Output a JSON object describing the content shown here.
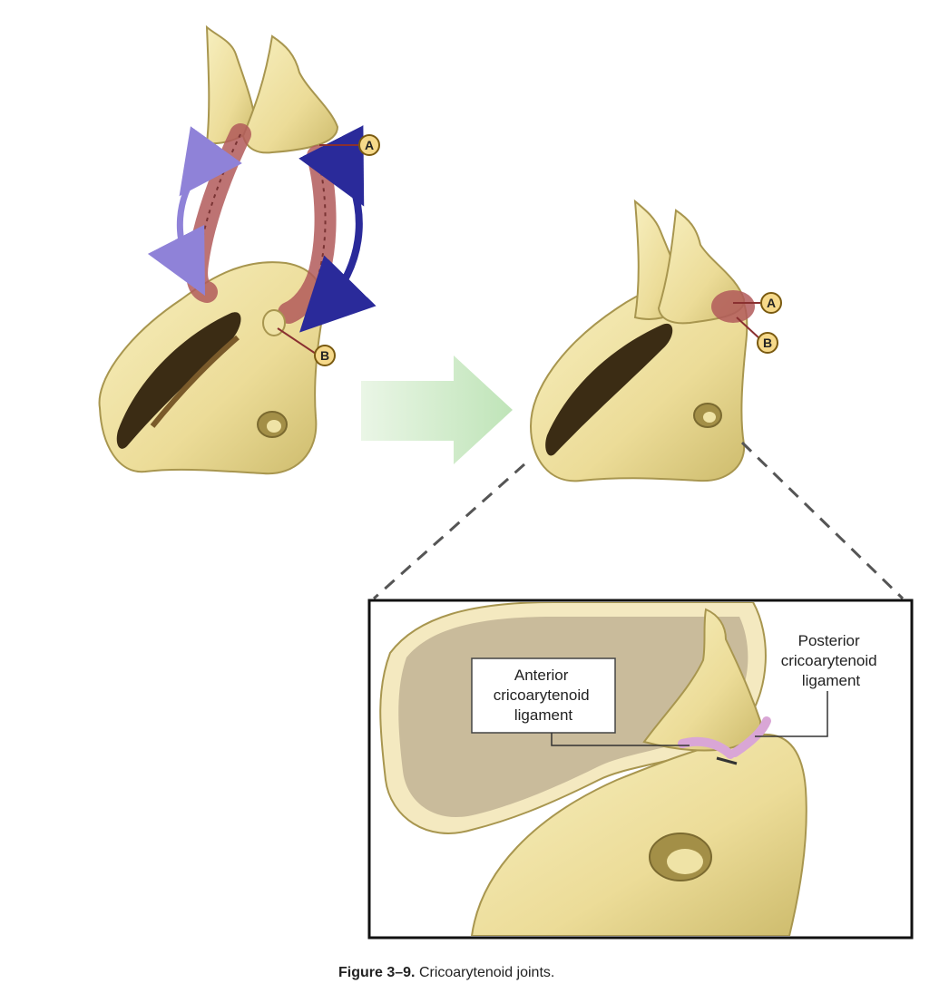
{
  "labels": {
    "marker_a": "A",
    "marker_b": "B",
    "anterior_ligament": [
      "Anterior",
      "cricoarytenoid",
      "ligament"
    ],
    "posterior_ligament": [
      "Posterior",
      "cricoarytenoid",
      "ligament"
    ]
  },
  "caption": {
    "figure_number": "Figure 3–9.",
    "text": "Cricoarytenoid joints."
  },
  "colors": {
    "cartilage": "#efe3a6",
    "cartilage_shadow": "#c9b86a",
    "cavity": "#3b2c14",
    "joint_band": "#b15a5a",
    "arrow_light": "#8f82d8",
    "arrow_dark": "#2a2a9a",
    "flow_arrow": "#c7e8c3",
    "ligament": "#d9a6d6",
    "inset_bg": "#c9bb9b"
  }
}
